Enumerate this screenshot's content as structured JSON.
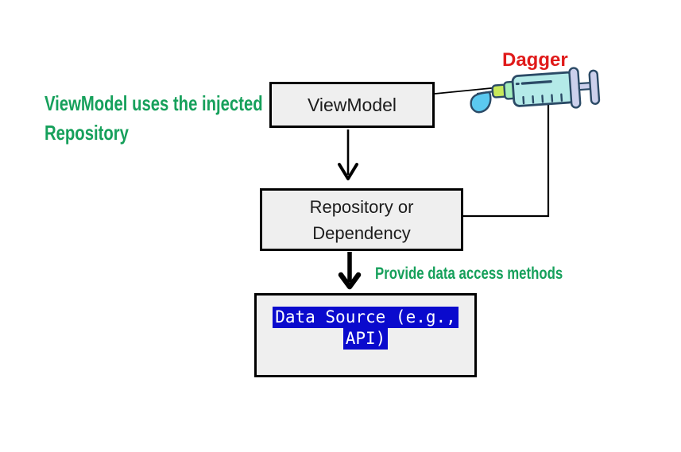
{
  "diagram": {
    "topic": "Dagger dependency injection flow",
    "annotations": {
      "left_note": {
        "line1": "ViewModel uses the injected",
        "line2": "Repository",
        "color": "#16a05b"
      },
      "dagger_label": {
        "text": "Dagger",
        "color": "#e01a1a"
      },
      "provide_note": {
        "text": "Provide data access methods",
        "color": "#16a05b"
      }
    },
    "boxes": {
      "viewmodel": {
        "label": "ViewModel",
        "fill": "#efefef",
        "border_color": "#000000"
      },
      "repository": {
        "line1": "Repository or",
        "line2": "Dependency",
        "fill": "#efefef",
        "border_color": "#000000"
      },
      "datasource": {
        "line1": "Data Source (e.g.,",
        "line2": "API)",
        "fill": "#efefef",
        "border_color": "#000000",
        "highlight_color": "#0a0acd",
        "text_color": "#ffffff"
      }
    },
    "connectors": {
      "viewmodel_to_repository": "arrow-down-thin",
      "repository_to_datasource": "arrow-down-thick",
      "syringe_to_viewmodel": "needle-line",
      "syringe_to_repository": "elbow-line"
    },
    "icons": {
      "syringe": "syringe-icon",
      "drop": "liquid-drop-icon"
    },
    "colors": {
      "background": "#ffffff",
      "syringe_barrel": "#b4eae8",
      "syringe_hub": "#c8e95a",
      "syringe_collar": "#a4edbc",
      "syringe_plunger": "#ccd0ec",
      "syringe_outline": "#2b4a66",
      "drop_fill": "#5bc9f0"
    }
  }
}
